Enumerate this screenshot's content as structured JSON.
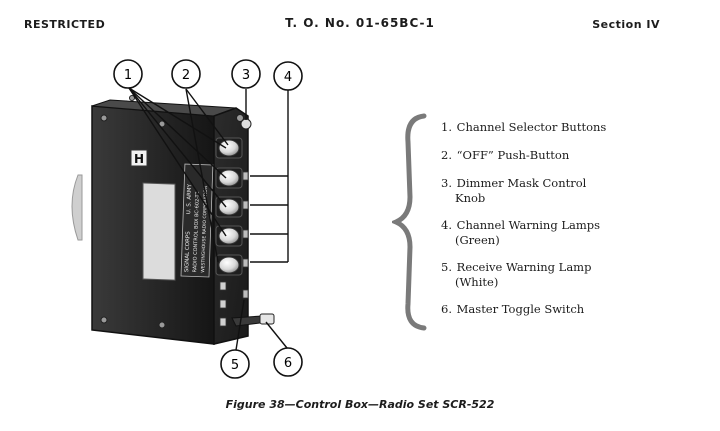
{
  "header": {
    "left": "RESTRICTED",
    "center": "T. O. No. 01-65BC-1",
    "right": "Section IV"
  },
  "callouts": [
    "1",
    "2",
    "3",
    "4",
    "5",
    "6"
  ],
  "legend": [
    {
      "num": "1.",
      "line1": "Channel Selector Buttons",
      "line2": ""
    },
    {
      "num": "2.",
      "line1": "“OFF” Push-Button",
      "line2": ""
    },
    {
      "num": "3.",
      "line1": "Dimmer Mask Control",
      "line2": "Knob"
    },
    {
      "num": "4.",
      "line1": "Channel Warning Lamps",
      "line2": "(Green)"
    },
    {
      "num": "5.",
      "line1": "Receive Warning Lamp",
      "line2": "(White)"
    },
    {
      "num": "6.",
      "line1": "Master Toggle Switch",
      "line2": ""
    }
  ],
  "nameplate": {
    "l1": "SIGNAL CORPS",
    "l2": "U. S. ARMY",
    "l3": "RADIO CONTROL BOX BC-602-T2",
    "l4": "WESTINGHOUSE RADIO CORPORATION"
  },
  "panel_mark": "H",
  "caption": "Figure 38—Control Box—Radio Set SCR-522"
}
